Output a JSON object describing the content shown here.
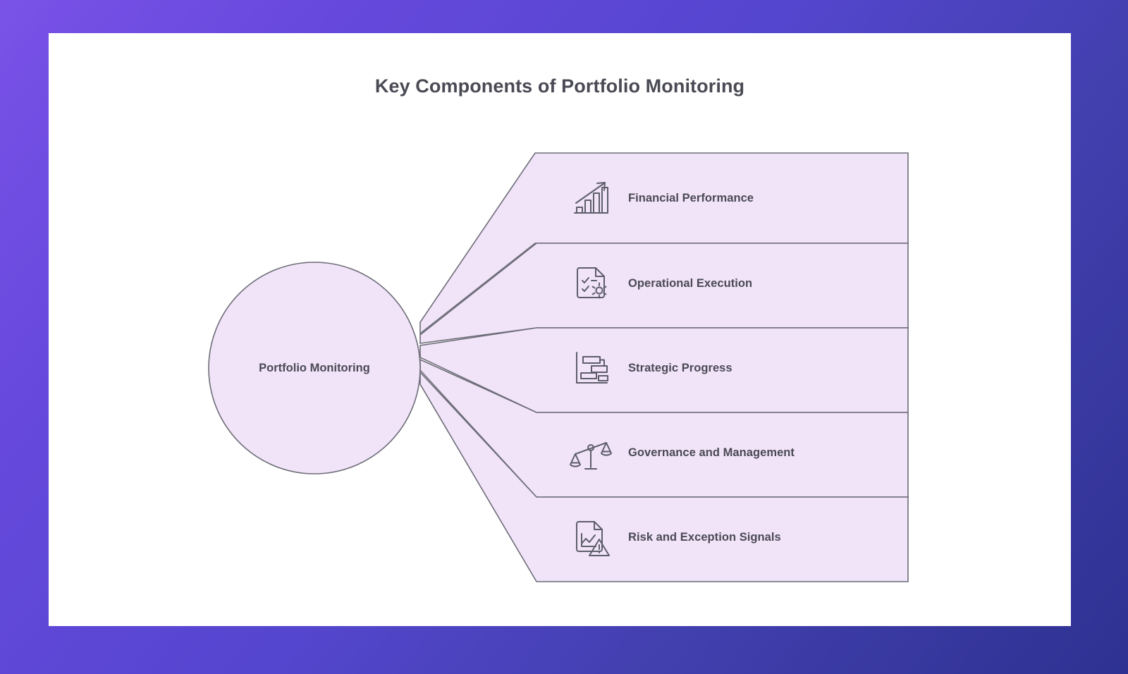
{
  "page": {
    "background_gradient_from": "#7A52E8",
    "background_gradient_to": "#2E3191",
    "canvas_background": "#FFFFFF"
  },
  "diagram": {
    "title": "Key Components of Portfolio Monitoring",
    "type": "fishbone-funnel",
    "hub": {
      "label": "Portfolio Monitoring",
      "fill_color": "#F1E3F8",
      "stroke_color": "#6D6D78"
    },
    "band_fill_color": "#F1E3F8",
    "band_stroke_color": "#6D6D78",
    "text_color": "#4A4A55",
    "branches": [
      {
        "label": "Financial Performance",
        "icon": "bar-chart-growth-icon"
      },
      {
        "label": "Operational Execution",
        "icon": "document-checklist-gear-icon"
      },
      {
        "label": "Strategic Progress",
        "icon": "gantt-chart-icon"
      },
      {
        "label": "Governance and Management",
        "icon": "balance-scale-icon"
      },
      {
        "label": "Risk and Exception Signals",
        "icon": "document-chart-warning-icon"
      }
    ]
  }
}
